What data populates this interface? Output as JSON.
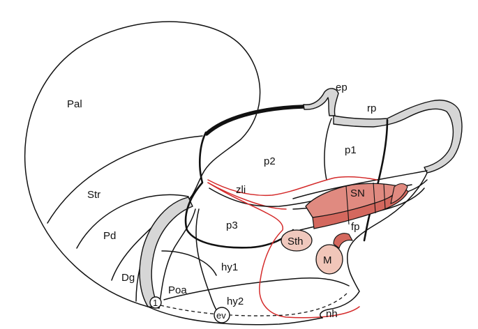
{
  "labels": {
    "pal": "Pal",
    "str": "Str",
    "pd": "Pd",
    "dg": "Dg",
    "poa": "Poa",
    "hy1": "hy1",
    "hy2": "hy2",
    "p3": "p3",
    "p2": "p2",
    "p1": "p1",
    "zli": "zli",
    "ep": "ep",
    "rp": "rp",
    "sn": "SN",
    "fp": "fp",
    "sth": "Sth",
    "m": "M",
    "nh": "nh",
    "ev": "ev",
    "circle_one": "1"
  },
  "colors": {
    "outline": "#111111",
    "ventricle_grey": "#d6d6d6",
    "boundary_red": "#d42a2a",
    "sn_fill": "#e08a80",
    "sn_fill_dark": "#d4685e",
    "sth_fill": "#f0c8bd",
    "m_fill": "#f1c6b9"
  }
}
